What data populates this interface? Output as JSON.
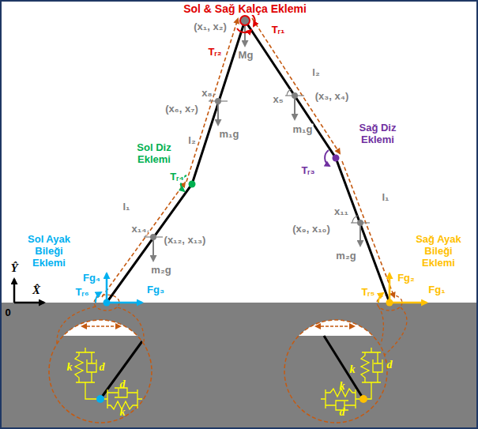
{
  "diagram": {
    "labels": [
      "Sol & Sağ Kalça Eklemi",
      "(x₁, x₂)",
      "Tᵣ₁",
      "Tᵣ₂",
      "Mg",
      "x₈",
      "(x₆, x₇)",
      "l₂",
      "m₁g",
      "Sol Diz Eklemi",
      "Tᵣ₄",
      "l₁",
      "x₁₄",
      "(x₁₂, x₁₃)",
      "m₂g",
      "Sol Ayak Bileği Eklemi",
      "Fg₄",
      "Fg₃",
      "Tᵣ₆",
      "Ŷ",
      "X̂",
      "0",
      "x₅",
      "(x₃, x₄)",
      "l₂",
      "m₁g",
      "Sağ Diz Eklemi",
      "Tᵣ₃",
      "l₁",
      "x₁₁",
      "(x₉, x₁₀)",
      "m₂g",
      "Sağ Ayak Bileği Eklemi",
      "Fg₂",
      "Fg₁",
      "Tᵣ₅",
      "k",
      "d",
      "k",
      "d",
      "k",
      "d",
      "k",
      "d"
    ]
  }
}
